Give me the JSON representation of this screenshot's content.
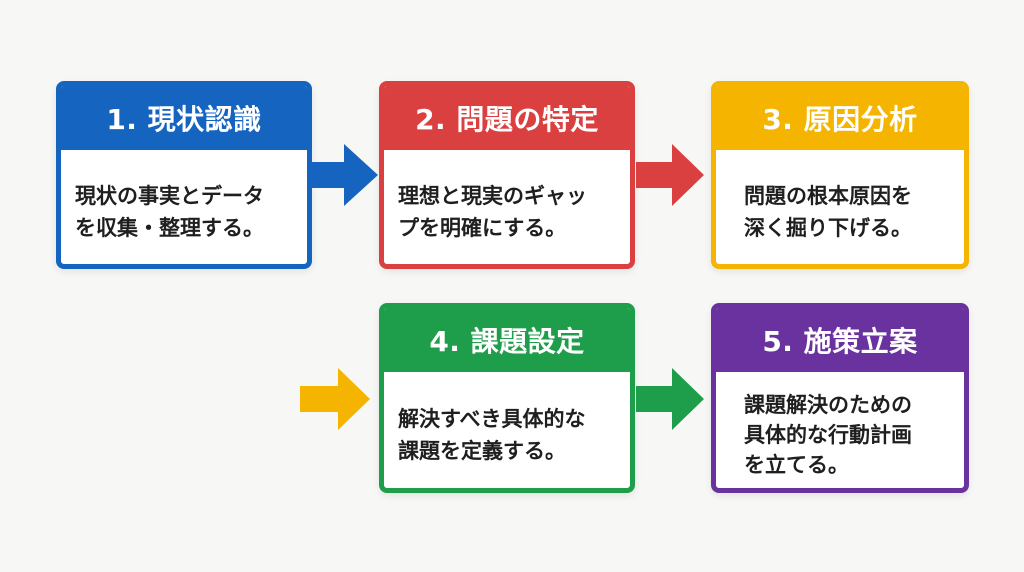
{
  "colors": {
    "background": "#f7f7f5",
    "step1": "#1565c0",
    "step2": "#db4040",
    "step3": "#f4b400",
    "step4": "#1e9e4a",
    "step5": "#6a329f"
  },
  "steps": [
    {
      "title": "1. 現状認識",
      "lines": [
        "現状の事実とデータ",
        "を収集・整理する。"
      ]
    },
    {
      "title": "2. 問題の特定",
      "lines": [
        "理想と現実のギャッ",
        "プを明確にする。"
      ]
    },
    {
      "title": "3. 原因分析",
      "lines": [
        "問題の根本原因を",
        "深く掘り下げる。"
      ]
    },
    {
      "title": "4. 課題設定",
      "lines": [
        "解決すべき具体的な",
        "課題を定義する。"
      ]
    },
    {
      "title": "5. 施策立案",
      "lines": [
        "課題解決のための",
        "具体的な行動計画",
        "を立てる。"
      ]
    }
  ],
  "arrows": [
    {
      "icon": "arrow-right-icon",
      "color": "#1565c0"
    },
    {
      "icon": "arrow-right-icon",
      "color": "#db4040"
    },
    {
      "icon": "arrow-right-icon",
      "color": "#f4b400"
    },
    {
      "icon": "arrow-right-icon",
      "color": "#1e9e4a"
    }
  ]
}
